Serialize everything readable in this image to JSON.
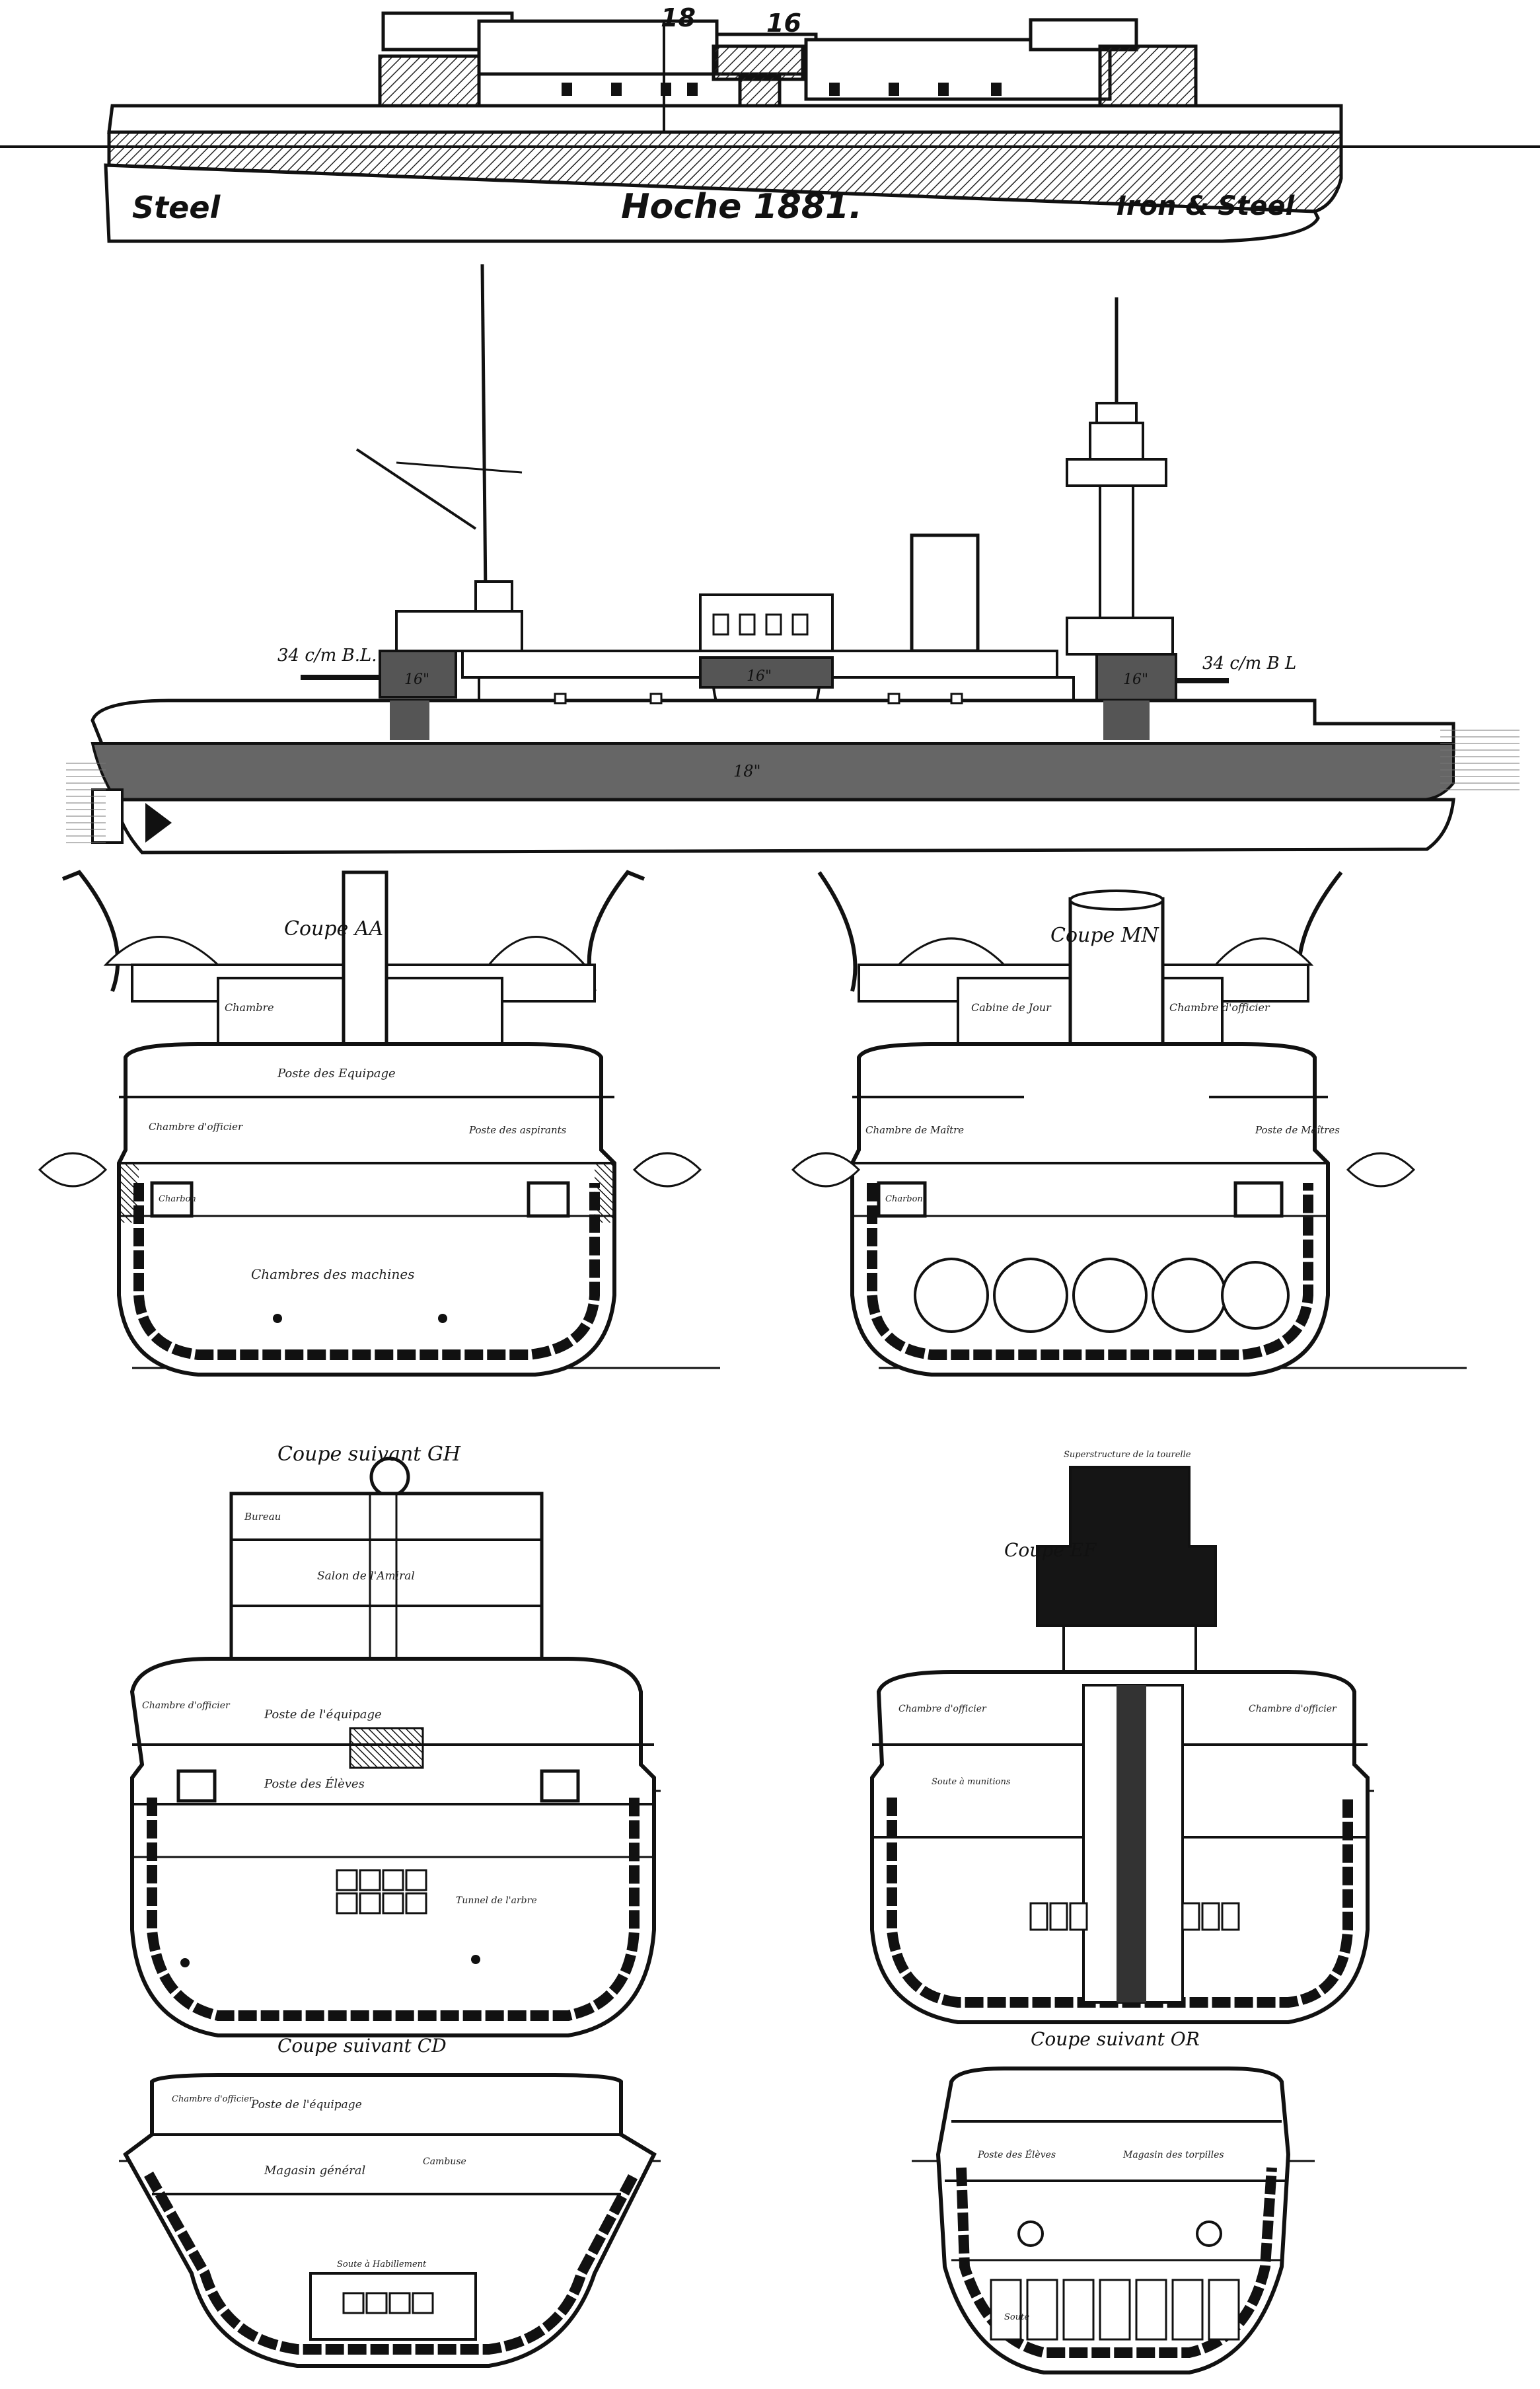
{
  "plan": {
    "label_left": "Steel",
    "title": "Hoche 1881.",
    "label_right": "Iron & Steel",
    "armor_a": "18",
    "armor_b": "16"
  },
  "profile": {
    "gun_left": "34 c/m B.L.",
    "gun_right": "34 c/m B L",
    "turret_fore": "16\"",
    "turret_mid": "16\"",
    "turret_aft": "16\"",
    "belt": "18\""
  },
  "sections": {
    "s1": {
      "title": "Coupe AA",
      "l1": "Chambre",
      "l2": "Poste des Equipage",
      "l3": "Chambres des machines",
      "l4": "Chambre d'officier",
      "l5": "Poste des aspirants",
      "l6": "Charbon"
    },
    "s2": {
      "title": "Coupe MN",
      "l1": "Cabine de Jour",
      "l2": "Chambre de Maître",
      "l3": "Poste de Maîtres",
      "l4": "Charbon",
      "l5": "Chambre d'officier"
    },
    "s3": {
      "title": "Coupe suivant GH",
      "l1": "Bureau",
      "l2": "Salon de l'Amiral",
      "l3": "Poste de l'équipage",
      "l4": "Poste des Élèves",
      "l5": "Chambre d'officier",
      "l6": "Tunnel de l'arbre"
    },
    "s4": {
      "title": "Coupe EF",
      "l1": "Superstructure de la tourelle",
      "l2": "Chambre d'officier",
      "l3": "Soute à munitions",
      "l4": "Chambre d'officier"
    },
    "s5": {
      "title": "Coupe suivant CD",
      "l1": "Poste de l'équipage",
      "l2": "Magasin général",
      "l3": "Chambre d'officier",
      "l4": "Soute à Habillement",
      "l5": "Cambuse"
    },
    "s6": {
      "title": "Coupe suivant OR",
      "l1": "Poste des Élèves",
      "l2": "Magasin des torpilles",
      "l3": "Soute"
    }
  },
  "colors": {
    "ink": "#111111",
    "paper": "#ffffff",
    "hatch": "#333333"
  }
}
